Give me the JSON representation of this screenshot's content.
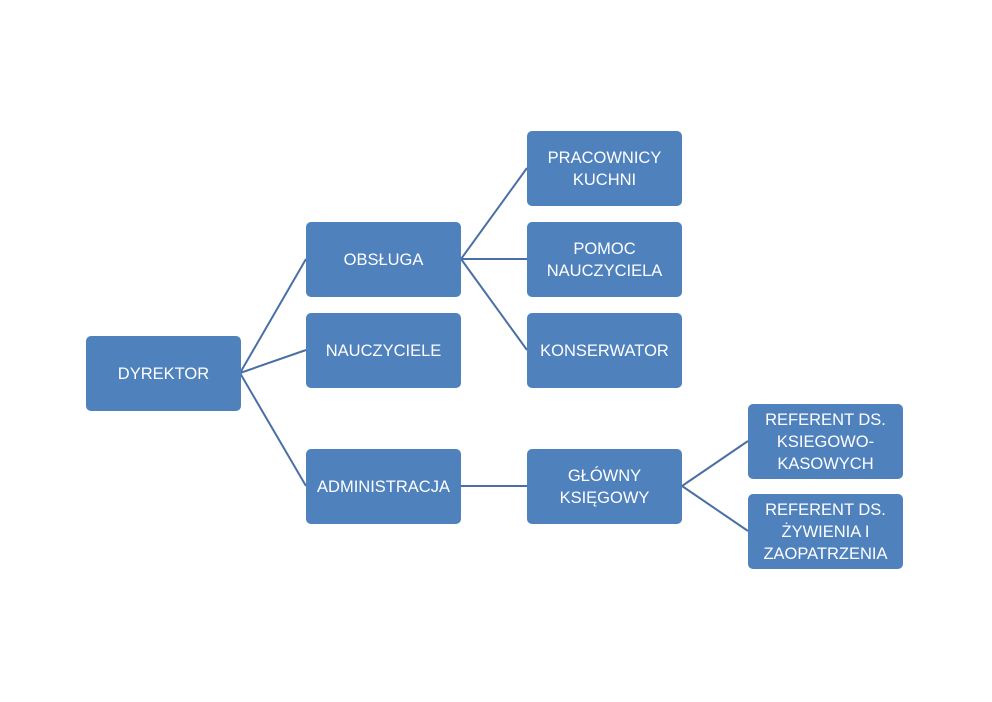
{
  "colors": {
    "box": "#4f81bd",
    "line": "#4a6fa5",
    "text": "#ffffff"
  },
  "nodes": {
    "dyrektor": "DYREKTOR",
    "obsluga": "OBSŁUGA",
    "nauczyciele": "NAUCZYCIELE",
    "administracja": "ADMINISTRACJA",
    "pracownicy_kuchni": "PRACOWNICY\nKUCHNI",
    "pomoc_nauczyciela": "POMOC\nNAUCZYCIELA",
    "konserwator": "KONSERWATOR",
    "glowny_ksiegowy": "GŁÓWNY\nKSIĘGOWY",
    "referent_ksiegowo": "REFERENT DS.\nKSIEGOWO-\nKASOWYCH",
    "referent_zywienia": "REFERENT DS.\nŻYWIENIA I\nZAOPATRZENIA"
  }
}
